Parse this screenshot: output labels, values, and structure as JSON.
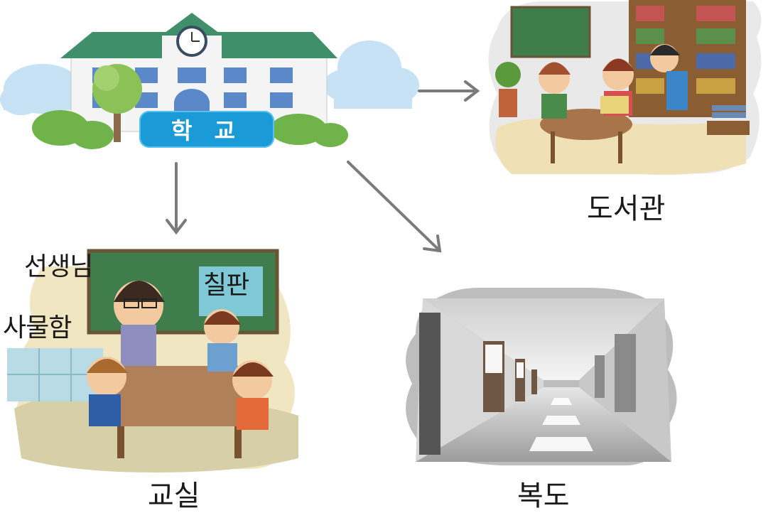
{
  "school": {
    "badge": "학 교"
  },
  "places": {
    "library": "도서관",
    "classroom": "교실",
    "hallway": "복도"
  },
  "classroom_labels": {
    "teacher": "선생님",
    "blackboard": "칠판",
    "locker": "사물함"
  }
}
